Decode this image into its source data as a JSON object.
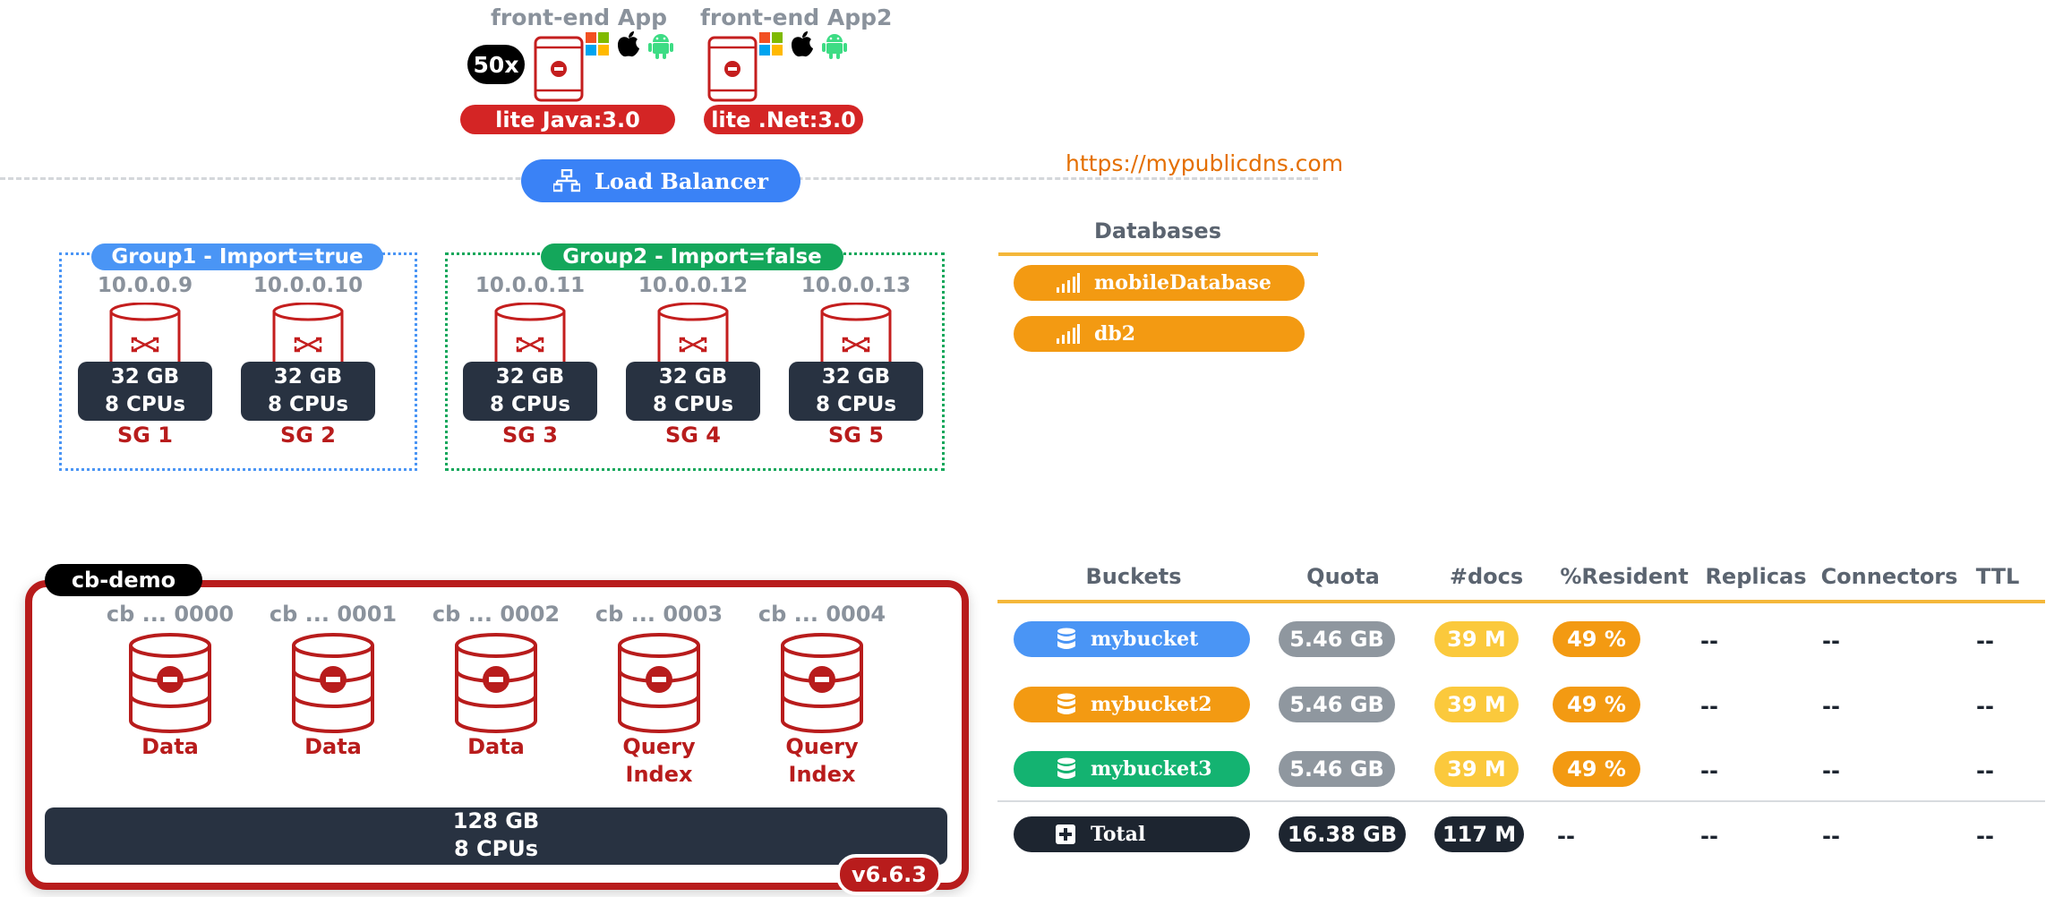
{
  "apps": [
    {
      "title": "front-end App",
      "multiplier": "50x",
      "sdk": "lite Java:3.0"
    },
    {
      "title": "front-end App2",
      "sdk": "lite .Net:3.0"
    }
  ],
  "platform_icons": [
    "windows-icon",
    "apple-icon",
    "android-icon"
  ],
  "load_balancer": {
    "label": "Load Balancer",
    "url": "https://mypublicdns.com"
  },
  "groups": [
    {
      "label": "Group1 - Import=true",
      "color": "#3a82f6"
    },
    {
      "label": "Group2 - Import=false",
      "color": "#14a75b"
    }
  ],
  "sync_gateways": [
    {
      "ip": "10.0.0.9",
      "memory": "32 GB",
      "cpus": "8 CPUs",
      "name": "SG 1"
    },
    {
      "ip": "10.0.0.10",
      "memory": "32 GB",
      "cpus": "8 CPUs",
      "name": "SG 2"
    },
    {
      "ip": "10.0.0.11",
      "memory": "32 GB",
      "cpus": "8 CPUs",
      "name": "SG 3"
    },
    {
      "ip": "10.0.0.12",
      "memory": "32 GB",
      "cpus": "8 CPUs",
      "name": "SG 4"
    },
    {
      "ip": "10.0.0.13",
      "memory": "32 GB",
      "cpus": "8 CPUs",
      "name": "SG 5"
    }
  ],
  "databases": {
    "header": "Databases",
    "items": [
      "mobileDatabase",
      "db2"
    ],
    "color": "#f39a12"
  },
  "cluster": {
    "name": "cb-demo",
    "nodes": [
      {
        "id": "cb ... 0000",
        "service": "Data"
      },
      {
        "id": "cb ... 0001",
        "service": "Data"
      },
      {
        "id": "cb ... 0002",
        "service": "Data"
      },
      {
        "id": "cb ... 0003",
        "service_line1": "Query",
        "service_line2": "Index"
      },
      {
        "id": "cb ... 0004",
        "service_line1": "Query",
        "service_line2": "Index"
      }
    ],
    "memory": "128 GB",
    "cpus": "8 CPUs",
    "version": "v6.6.3",
    "color": "#b81c1c"
  },
  "buckets": {
    "columns": [
      "Buckets",
      "Quota",
      "#docs",
      "%Resident",
      "Replicas",
      "Connectors",
      "TTL"
    ],
    "rows": [
      {
        "name": "mybucket",
        "color": "#4a95f5",
        "quota": "5.46 GB",
        "docs": "39 M",
        "resident": "49 %",
        "replicas": "--",
        "connectors": "--",
        "ttl": "--"
      },
      {
        "name": "mybucket2",
        "color": "#f39a12",
        "quota": "5.46 GB",
        "docs": "39 M",
        "resident": "49 %",
        "replicas": "--",
        "connectors": "--",
        "ttl": "--"
      },
      {
        "name": "mybucket3",
        "color": "#14b371",
        "quota": "5.46 GB",
        "docs": "39 M",
        "resident": "49 %",
        "replicas": "--",
        "connectors": "--",
        "ttl": "--"
      }
    ],
    "total": {
      "name": "Total",
      "quota": "16.38 GB",
      "docs": "117 M",
      "resident": "--",
      "replicas": "--",
      "connectors": "--",
      "ttl": "--"
    }
  }
}
